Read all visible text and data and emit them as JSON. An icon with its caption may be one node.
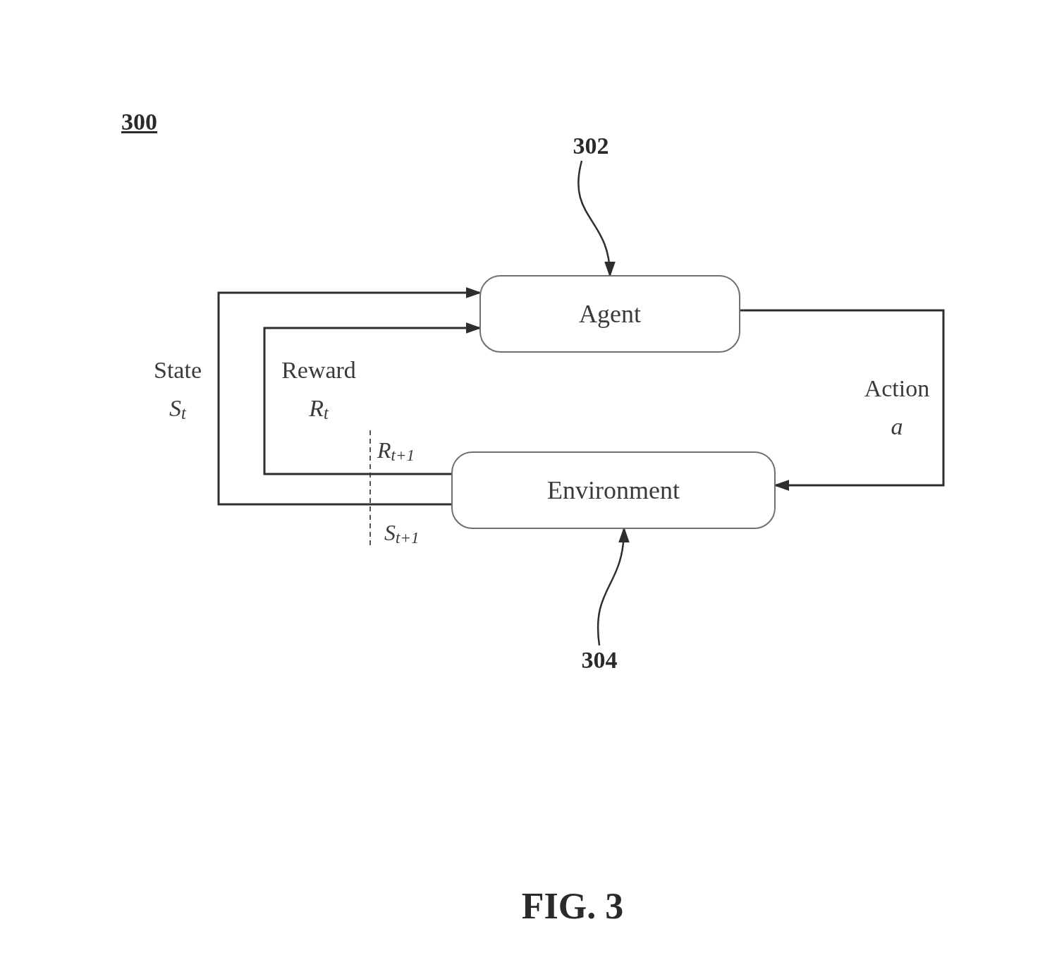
{
  "diagram": {
    "caption": "FIG. 3",
    "nodes": [
      {
        "text": [
          "Agent"
        ]
      },
      {
        "text": [
          "Environment"
        ]
      },
      {
        "text": [
          "302"
        ]
      },
      {
        "text": [
          "304"
        ]
      }
    ],
    "edges": [
      {
        "from": 1,
        "to": 0,
        "arrow": "to",
        "label": "State *S*$_{t}$"
      },
      {
        "from": 1,
        "to": 0,
        "arrow": "to",
        "label": "Reward *R*$_{t}$"
      },
      {
        "from": 0,
        "to": 1,
        "arrow": "to",
        "label": "Action *a*"
      },
      {
        "from": 2,
        "to": 0,
        "arrow": "to"
      },
      {
        "from": 3,
        "to": 1,
        "arrow": "to"
      }
    ],
    "labels": [
      "300",
      "*R*$_{t+1}$",
      "*S*$_{t+1}$"
    ]
  }
}
